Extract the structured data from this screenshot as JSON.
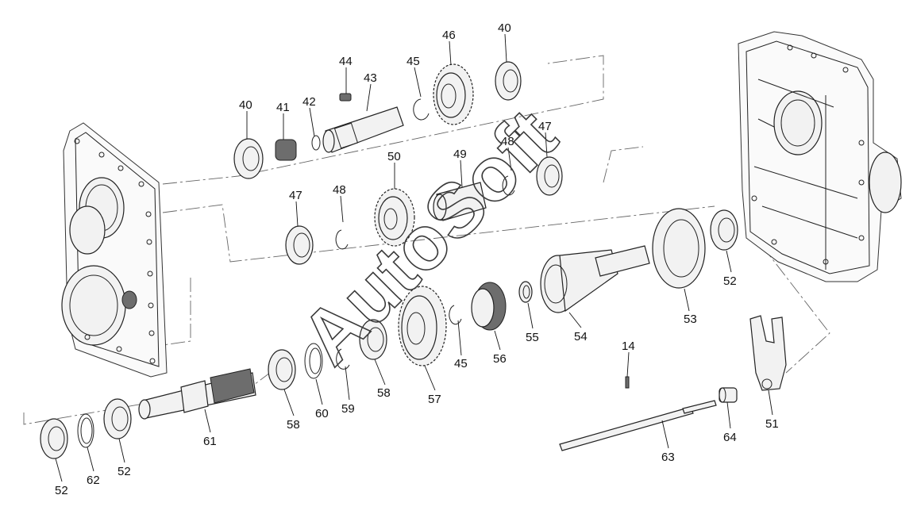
{
  "diagram": {
    "watermark": "AutoSoft",
    "callouts": {
      "c14": "14",
      "c40a": "40",
      "c40b": "40",
      "c41": "41",
      "c42": "42",
      "c43": "43",
      "c44": "44",
      "c45a": "45",
      "c45b": "45",
      "c46": "46",
      "c47a": "47",
      "c47b": "47",
      "c48a": "48",
      "c48b": "48",
      "c49": "49",
      "c50": "50",
      "c51": "51",
      "c52a": "52",
      "c52b": "52",
      "c52c": "52",
      "c53": "53",
      "c54": "54",
      "c55": "55",
      "c56": "56",
      "c57": "57",
      "c58a": "58",
      "c58b": "58",
      "c59": "59",
      "c60": "60",
      "c61": "61",
      "c62": "62",
      "c63": "63",
      "c64": "64"
    }
  }
}
